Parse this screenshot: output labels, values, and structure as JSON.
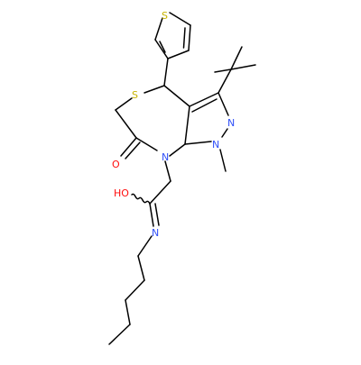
{
  "molecule": {
    "atom_labels": {
      "s_thiophene": "S",
      "s_ring": "S",
      "n_pyrazole_2": "N",
      "n_pyrazole_1": "N",
      "n_amide": "N",
      "o_carbonyl": "O",
      "ho": "HO",
      "n_imine": "N"
    },
    "colors": {
      "bond": "#000000",
      "sulfur": "#c8b400",
      "nitrogen": "#3050f8",
      "oxygen": "#ff0d0d"
    }
  }
}
